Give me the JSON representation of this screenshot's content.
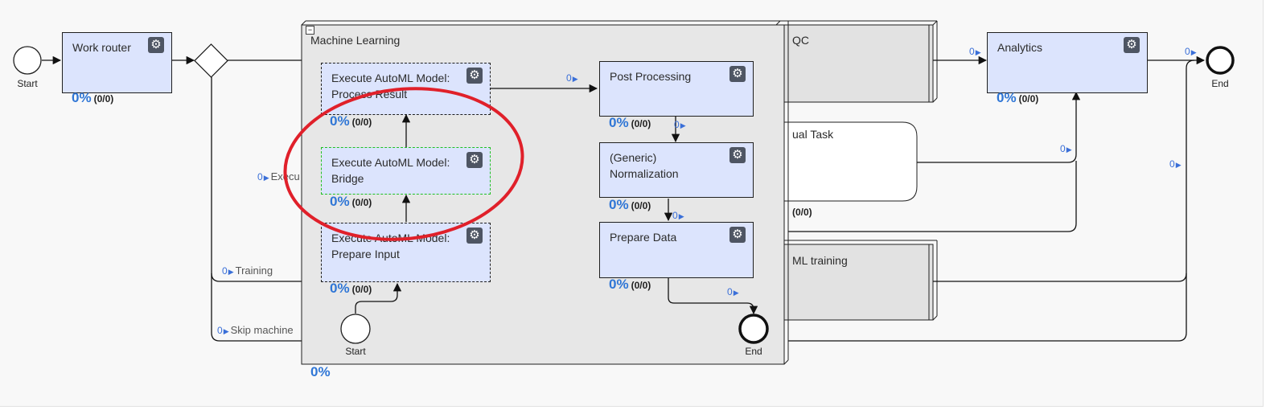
{
  "outer": {
    "start": "Start",
    "end": "End",
    "work_router": {
      "label": "Work router",
      "pct": "0%",
      "count": "(0/0)"
    },
    "analytics": {
      "label": "Analytics",
      "pct": "0%",
      "count": "(0/0)"
    },
    "qc_label": "QC",
    "manual_task": {
      "label": "ual Task",
      "count": "(0/0)"
    },
    "ml_training_label": "ML training",
    "flows": {
      "f1": "0",
      "f2": "0",
      "f3": "0",
      "f4": "0",
      "execute": {
        "count": "0",
        "text": "Execu"
      },
      "training": {
        "count": "0",
        "text": "Training"
      },
      "skip": {
        "count": "0",
        "text": "Skip machine"
      }
    }
  },
  "subprocess": {
    "title": "Machine Learning",
    "collapse_symbol": "−",
    "pct": "0%",
    "start": "Start",
    "end": "End",
    "tasks": {
      "process_result": {
        "label": "Execute AutoML Model:\nProcess Result",
        "pct": "0%",
        "count": "(0/0)"
      },
      "bridge": {
        "label": "Execute AutoML Model:\nBridge",
        "pct": "0%",
        "count": "(0/0)"
      },
      "prepare_input": {
        "label": "Execute AutoML Model:\nPrepare Input",
        "pct": "0%",
        "count": "(0/0)"
      },
      "post_processing": {
        "label": "Post Processing",
        "pct": "0%",
        "count": "(0/0)"
      },
      "normalization": {
        "label": "(Generic)\nNormalization",
        "pct": "0%",
        "count": "(0/0)"
      },
      "prepare_data": {
        "label": "Prepare Data",
        "pct": "0%",
        "count": "(0/0)"
      }
    },
    "flows": {
      "f1": "0",
      "f2": "0",
      "f3": "0",
      "f4": "0"
    }
  },
  "icons": {
    "gear": "gear-icon",
    "flow_marker": "play-triangle-icon"
  },
  "colors": {
    "task_fill": "#dce4fd",
    "percent": "#2f76d6",
    "highlight": "#e0202a",
    "selected": "#21c021"
  }
}
